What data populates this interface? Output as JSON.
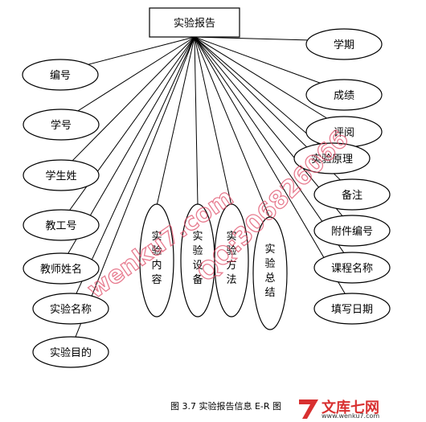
{
  "entity": "实验报告",
  "attributes_left": [
    "编号",
    "学号",
    "学生姓",
    "教工号",
    "教师姓名",
    "实验名称",
    "实验目的"
  ],
  "attributes_center": [
    "实验内容",
    "实验设备",
    "实验方法",
    "实验总结"
  ],
  "attributes_right": [
    "学期",
    "成绩",
    "评阅",
    "实验原理",
    "备注",
    "附件编号",
    "课程名称",
    "填写日期"
  ],
  "caption": "图 3.7    实验报告信息 E-R 图",
  "watermarks": [
    "wenku7.com",
    "QQ:306826066"
  ],
  "brand": {
    "name": "文库七网",
    "url": "www.wenku7.com"
  },
  "colors": {
    "stroke": "#000000",
    "watermark": "#e0506a",
    "brand": "#d83030"
  }
}
